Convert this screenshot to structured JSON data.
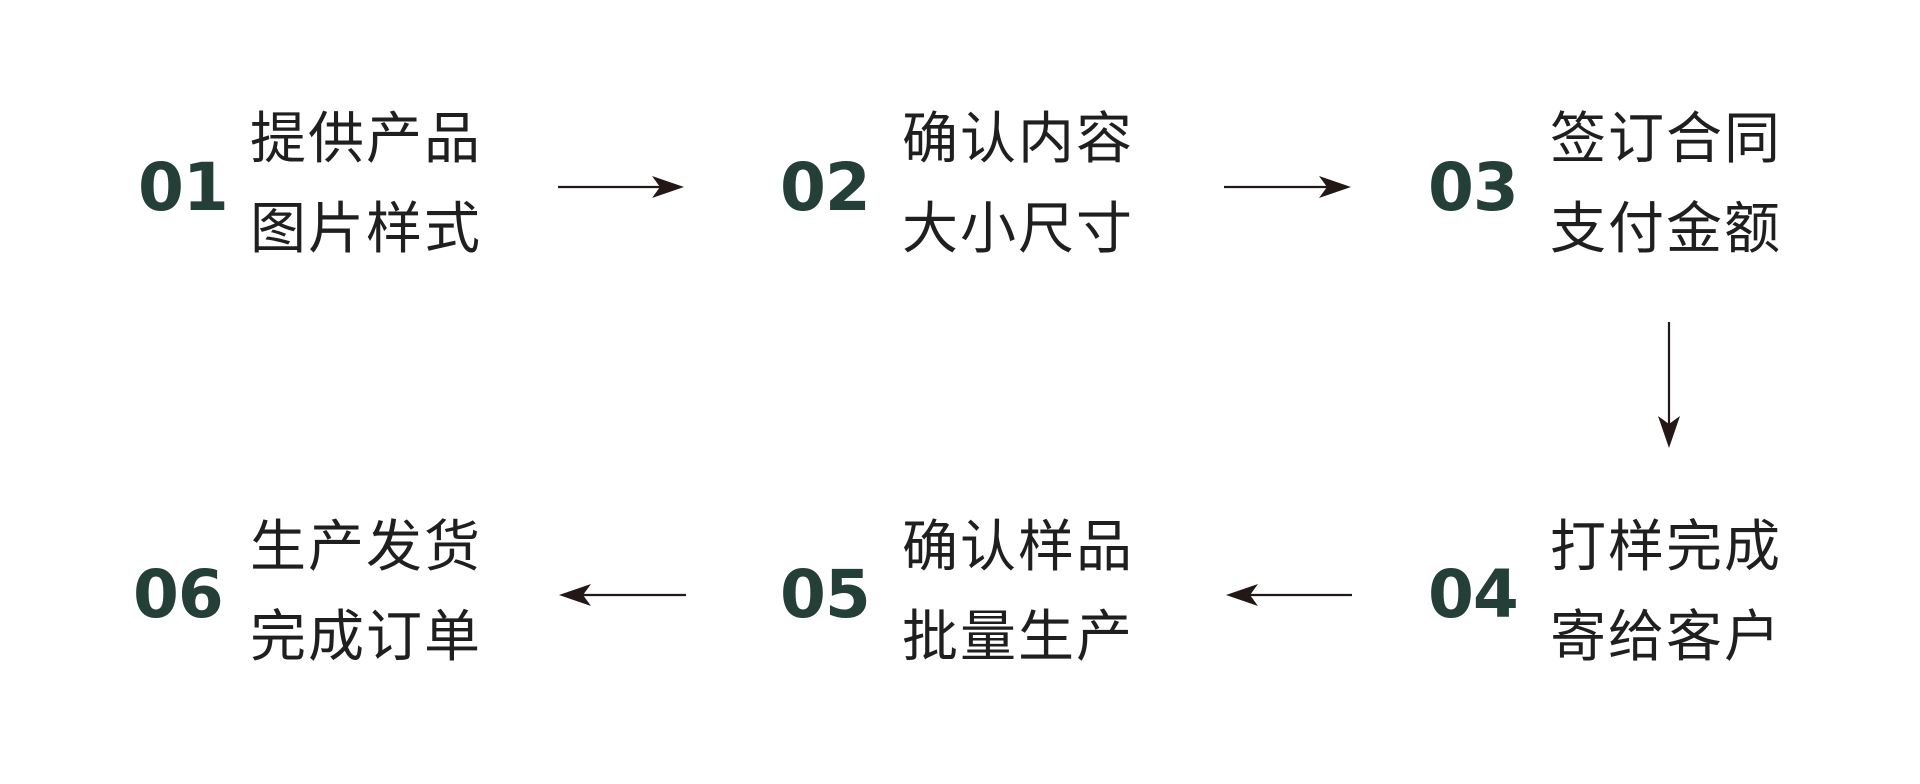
{
  "accent_color": "#243f37",
  "text_color": "#1f1f1f",
  "arrow_color": "#231815",
  "steps": [
    {
      "number": "01",
      "line1": "提供产品",
      "line2": "图片样式"
    },
    {
      "number": "02",
      "line1": "确认内容",
      "line2": "大小尺寸"
    },
    {
      "number": "03",
      "line1": "签订合同",
      "line2": "支付金额"
    },
    {
      "number": "04",
      "line1": "打样完成",
      "line2": "寄给客户"
    },
    {
      "number": "05",
      "line1": "确认样品",
      "line2": "批量生产"
    },
    {
      "number": "06",
      "line1": "生产发货",
      "line2": "完成订单"
    }
  ],
  "flow": [
    {
      "from": "01",
      "to": "02",
      "direction": "right"
    },
    {
      "from": "02",
      "to": "03",
      "direction": "right"
    },
    {
      "from": "03",
      "to": "04",
      "direction": "down"
    },
    {
      "from": "04",
      "to": "05",
      "direction": "left"
    },
    {
      "from": "05",
      "to": "06",
      "direction": "left"
    }
  ]
}
